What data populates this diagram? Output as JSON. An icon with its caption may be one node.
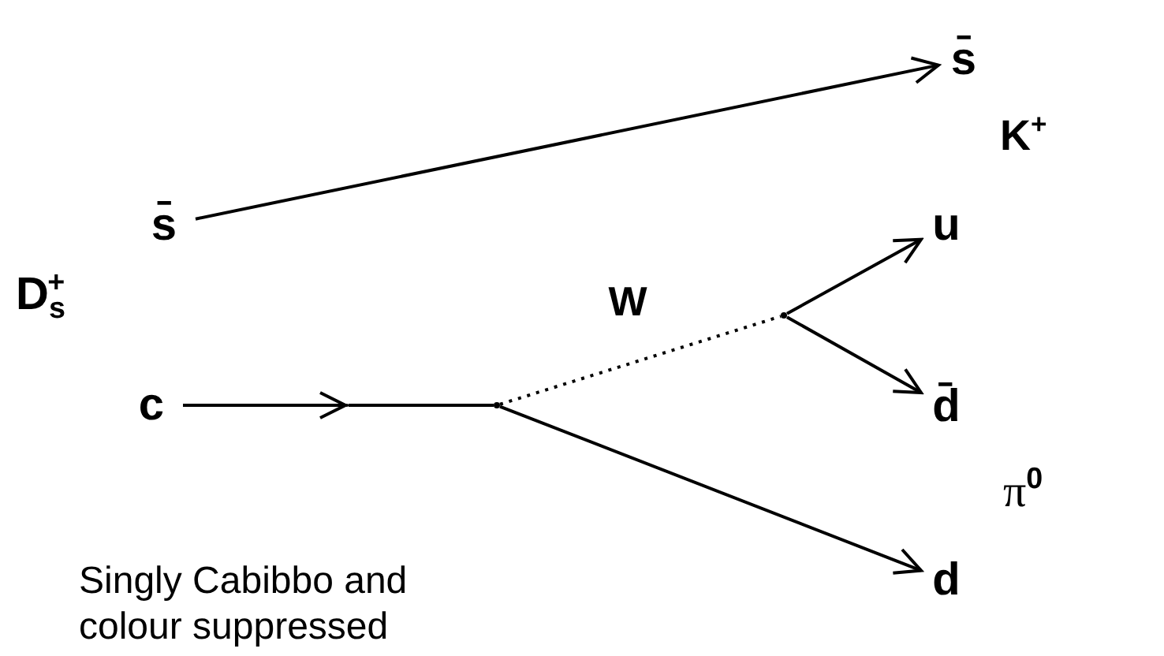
{
  "diagram": {
    "nodes": [
      {
        "text": [
          "s̄"
        ]
      },
      {
        "text": [
          "c"
        ]
      },
      {
        "text": [],
        "shape": "point"
      },
      {
        "text": [],
        "shape": "point"
      },
      {
        "text": [
          "s̄"
        ]
      },
      {
        "text": [
          "u"
        ]
      },
      {
        "text": [
          "d̄"
        ]
      },
      {
        "text": [
          "d"
        ]
      },
      {
        "text": [],
        "shape": "point"
      }
    ],
    "edges": [
      {
        "from": 0,
        "to": 4,
        "arrow": "to"
      },
      {
        "from": 1,
        "to": 8,
        "arrow": "to"
      },
      {
        "from": 2,
        "to": 3,
        "arrow": "none",
        "style": "dashed",
        "label": "W"
      },
      {
        "from": 2,
        "to": 7,
        "arrow": "to"
      },
      {
        "from": 3,
        "to": 5,
        "arrow": "to"
      },
      {
        "from": 3,
        "to": 6,
        "arrow": "to"
      },
      {
        "from": 8,
        "to": 2,
        "arrow": "none"
      }
    ],
    "labels": [
      "K$^{+}$",
      "D$_{s}$$^{+}$",
      "π$^{0}$",
      "Singly Cabibbo and colour suppressed"
    ]
  }
}
